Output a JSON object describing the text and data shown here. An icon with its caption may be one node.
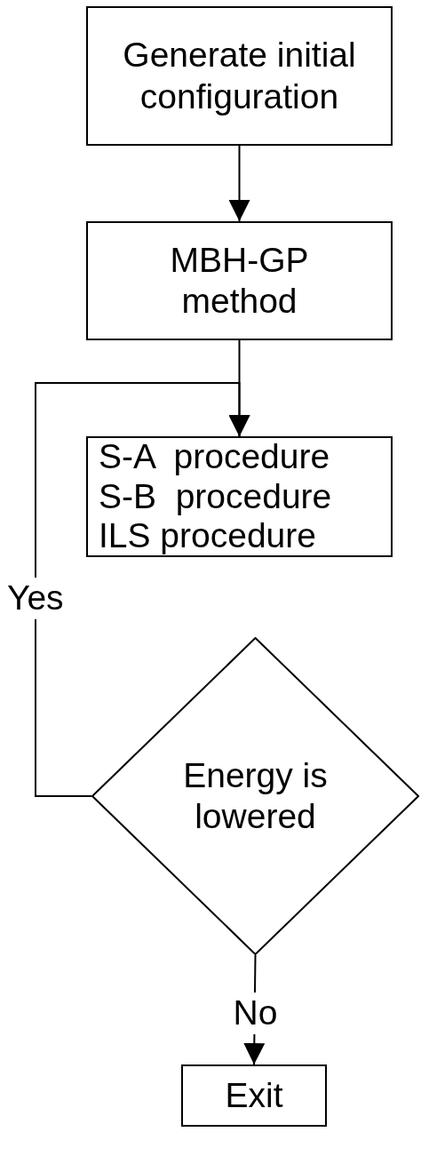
{
  "diagram": {
    "nodes": [
      {
        "text": [
          "Generate initial configuration"
        ]
      },
      {
        "text": [
          "MBH-GP method"
        ]
      },
      {
        "text": [
          "S-A  procedure",
          "S-B  procedure",
          "ILS procedure"
        ]
      },
      {
        "text": [
          "Energy is lowered"
        ]
      },
      {
        "text": [
          "Exit"
        ]
      }
    ],
    "edges": [
      {
        "from": 0,
        "to": 1,
        "arrow": "to"
      },
      {
        "from": 1,
        "to": 2,
        "arrow": "to"
      },
      {
        "from": 3,
        "to": 2,
        "arrow": "to",
        "label": "Yes"
      },
      {
        "from": 3,
        "to": 4,
        "arrow": "to",
        "label": "No"
      }
    ]
  }
}
